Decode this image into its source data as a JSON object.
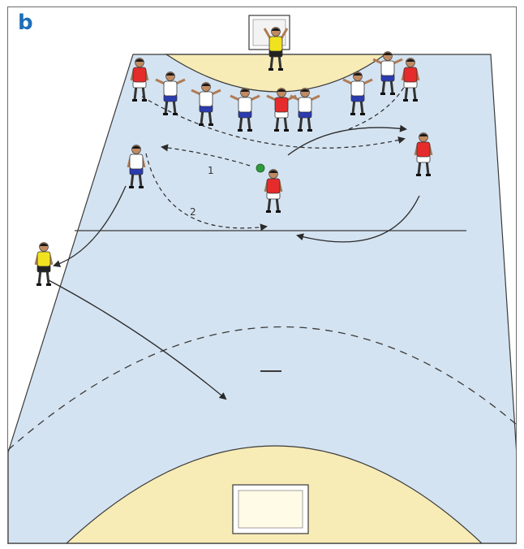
{
  "panel_label": "b",
  "annotations": {
    "pass_1": "1",
    "pass_2": "2"
  },
  "colors": {
    "court": "#d4e3f1",
    "goal_area": "#f7ebb6",
    "lines": "#3a3a3a",
    "attacker_shirt": "#e52b2b",
    "defender_shirt": "#ffffff",
    "defender_shorts": "#2b3bb0",
    "referee_shirt": "#f0e21f",
    "ball": "#2f9a3c",
    "panel_label": "#1d6fb8"
  },
  "icons": [
    "goal-icon",
    "ball-icon",
    "player-icon",
    "referee-icon"
  ]
}
